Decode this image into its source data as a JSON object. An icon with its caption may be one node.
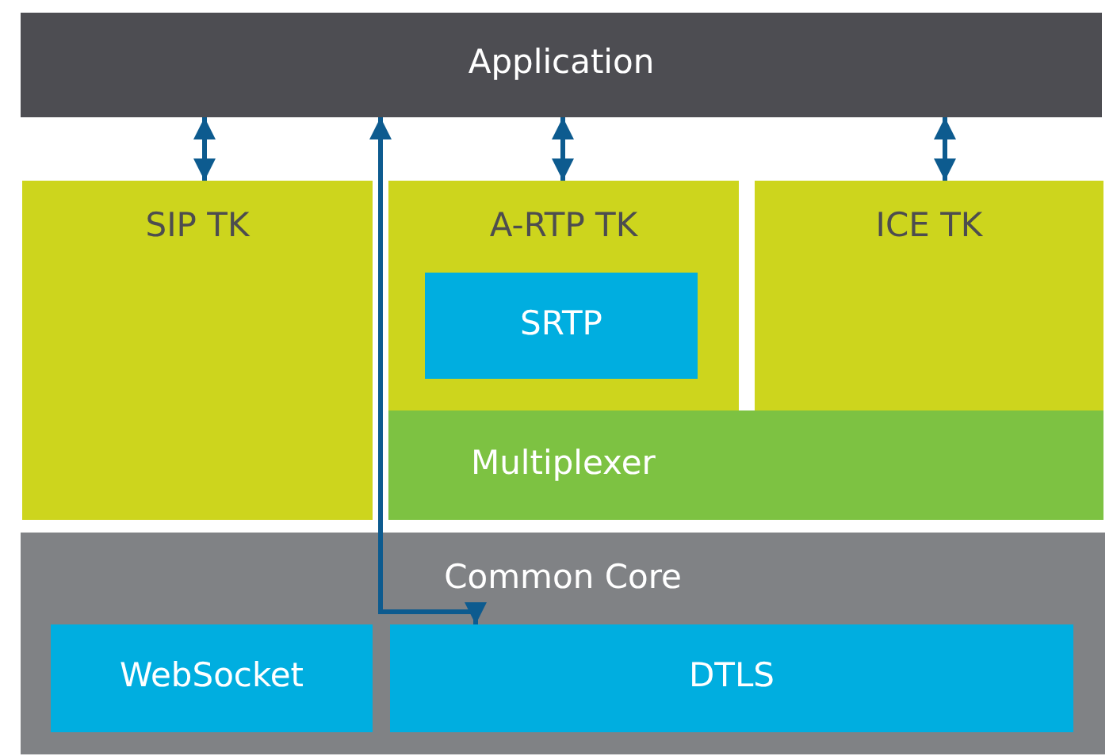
{
  "diagram": {
    "nodes": [
      {
        "text": [
          "Application"
        ]
      },
      {
        "text": [
          "SIP TK"
        ]
      },
      {
        "text": [
          "A-RTP TK"
        ]
      },
      {
        "text": [
          "SRTP"
        ],
        "in": 2
      },
      {
        "text": [
          "ICE TK"
        ]
      },
      {
        "text": [
          "Multiplexer"
        ]
      },
      {
        "text": [
          "Common Core"
        ]
      },
      {
        "text": [
          "WebSocket"
        ],
        "in": 6
      },
      {
        "text": [
          "DTLS"
        ],
        "in": 6
      }
    ],
    "edges": [
      {
        "from": 0,
        "to": 1,
        "arrow": "both"
      },
      {
        "from": 0,
        "to": 2,
        "arrow": "both"
      },
      {
        "from": 0,
        "to": 8,
        "arrow": "both"
      },
      {
        "from": 0,
        "to": 4,
        "arrow": "both"
      }
    ]
  }
}
